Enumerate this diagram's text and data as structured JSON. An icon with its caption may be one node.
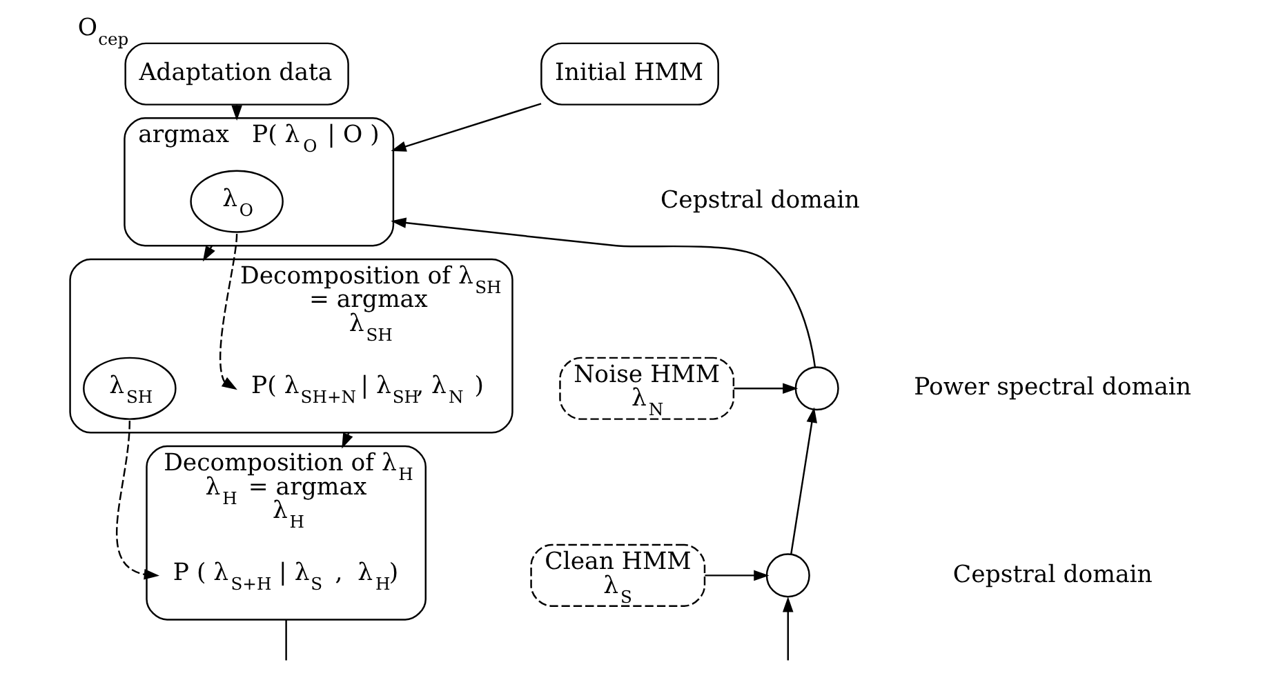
{
  "diagram": {
    "nodes": [
      {
        "text": [
          "Adaptation data"
        ],
        "beside": [
          "O$_{cep}$"
        ]
      },
      {
        "text": [
          "Initial HMM"
        ]
      },
      {
        "text": [
          "argmax   P( λ$_{O}$ | O )"
        ]
      },
      {
        "text": [
          "λ$_{O}$"
        ],
        "in": 2
      },
      {
        "text": [
          "Decomposition of λ$_{SH}$",
          "= argmax",
          "λ$_{SH}$"
        ]
      },
      {
        "text": [
          "λ$_{SH}$"
        ],
        "in": 4
      },
      {
        "text": [
          "P( λ$_{SH+N}$ | λ$_{SH}$, λ$_{N}$ )"
        ],
        "in": 4
      },
      {
        "text": [
          "Decomposition of λ$_{H}$",
          "λ$_{H}$ = argmax",
          "λ$_{H}$"
        ]
      },
      {
        "text": [
          "P ( λ$_{S+H}$ | λ$_{S}$ ,  λ$_{H}$)"
        ],
        "in": 7
      },
      {
        "text": [
          "Noise HMM",
          "λ$_{N}$"
        ]
      },
      {
        "text": [
          "Clean HMM",
          "λ$_{S}$"
        ]
      },
      {
        "text": [],
        "shape": "circle"
      },
      {
        "text": [],
        "shape": "circle"
      }
    ],
    "edges": [
      {
        "from": 0,
        "to": 2,
        "arrow": "to"
      },
      {
        "from": 1,
        "to": 2,
        "arrow": "to"
      },
      {
        "from": 2,
        "to": 4,
        "arrow": "to"
      },
      {
        "from": 3,
        "to": 6,
        "arrow": "to",
        "style": "dashed"
      },
      {
        "from": 4,
        "to": 7,
        "arrow": "to"
      },
      {
        "from": 5,
        "to": 8,
        "arrow": "to",
        "style": "dashed"
      },
      {
        "from": 7,
        "to": null,
        "arrow": "none"
      },
      {
        "from": null,
        "to": 12,
        "arrow": "to"
      },
      {
        "from": 10,
        "to": 12,
        "arrow": "to"
      },
      {
        "from": 12,
        "to": 11,
        "arrow": "to"
      },
      {
        "from": 9,
        "to": 11,
        "arrow": "to"
      },
      {
        "from": 11,
        "to": 2,
        "arrow": "to"
      }
    ],
    "labels": [
      "Cepstral domain",
      "Power spectral domain",
      "Cepstral domain"
    ]
  }
}
